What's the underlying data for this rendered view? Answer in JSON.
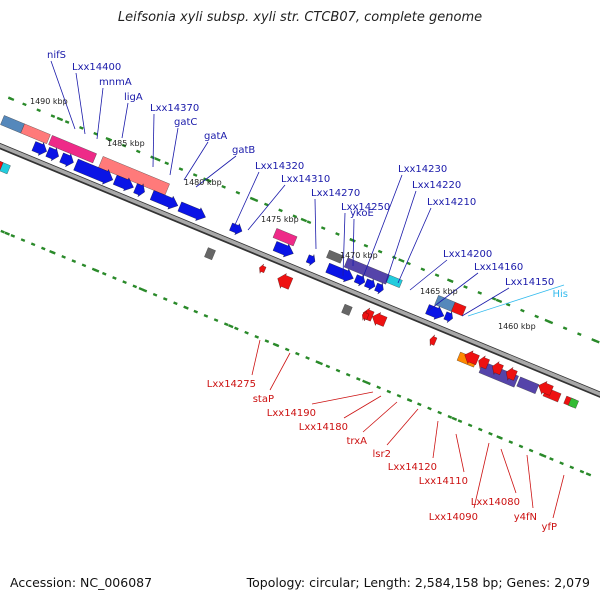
{
  "title": "Leifsonia xyli subsp. xyli str. CTCB07, complete genome",
  "footer": {
    "accession": "Accession: NC_006087",
    "summary": "Topology: circular; Length: 2,584,158 bp; Genes: 2,079"
  },
  "colors": {
    "backbone": "#8a8a8a",
    "forward_gene": "#0a14e6",
    "reverse_gene": "#ee1111",
    "forward_label": "#1a1aaa",
    "reverse_label": "#cc1111",
    "other_label": "#33bbee",
    "tick_dot": "#2a8a2a",
    "magenta": "#ee2a88",
    "pink": "#ff7a7a",
    "cyan": "#22ccdd",
    "steel": "#5588bb",
    "purple": "#5544aa",
    "orange": "#ff8800",
    "green": "#33bb33",
    "gray": "#666666"
  },
  "kbp_ticks": [
    "1490 kbp",
    "1485 kbp",
    "1480 kbp",
    "1475 kbp",
    "1470 kbp",
    "1465 kbp",
    "1460 kbp"
  ],
  "forward_labels": [
    "nifS",
    "Lxx14400",
    "mnmA",
    "ligA",
    "Lxx14370",
    "gatC",
    "gatA",
    "gatB",
    "Lxx14320",
    "Lxx14310",
    "Lxx14270",
    "ykoE",
    "Lxx14250",
    "Lxx14230",
    "Lxx14220",
    "Lxx14210",
    "Lxx14200",
    "Lxx14160",
    "Lxx14150"
  ],
  "other_labels": [
    "His"
  ],
  "reverse_labels": [
    "Lxx14275",
    "staP",
    "Lxx14190",
    "Lxx14180",
    "trxA",
    "lsr2",
    "Lxx14120",
    "Lxx14110",
    "Lxx14090",
    "Lxx14080",
    "y4fN",
    "yfP"
  ]
}
